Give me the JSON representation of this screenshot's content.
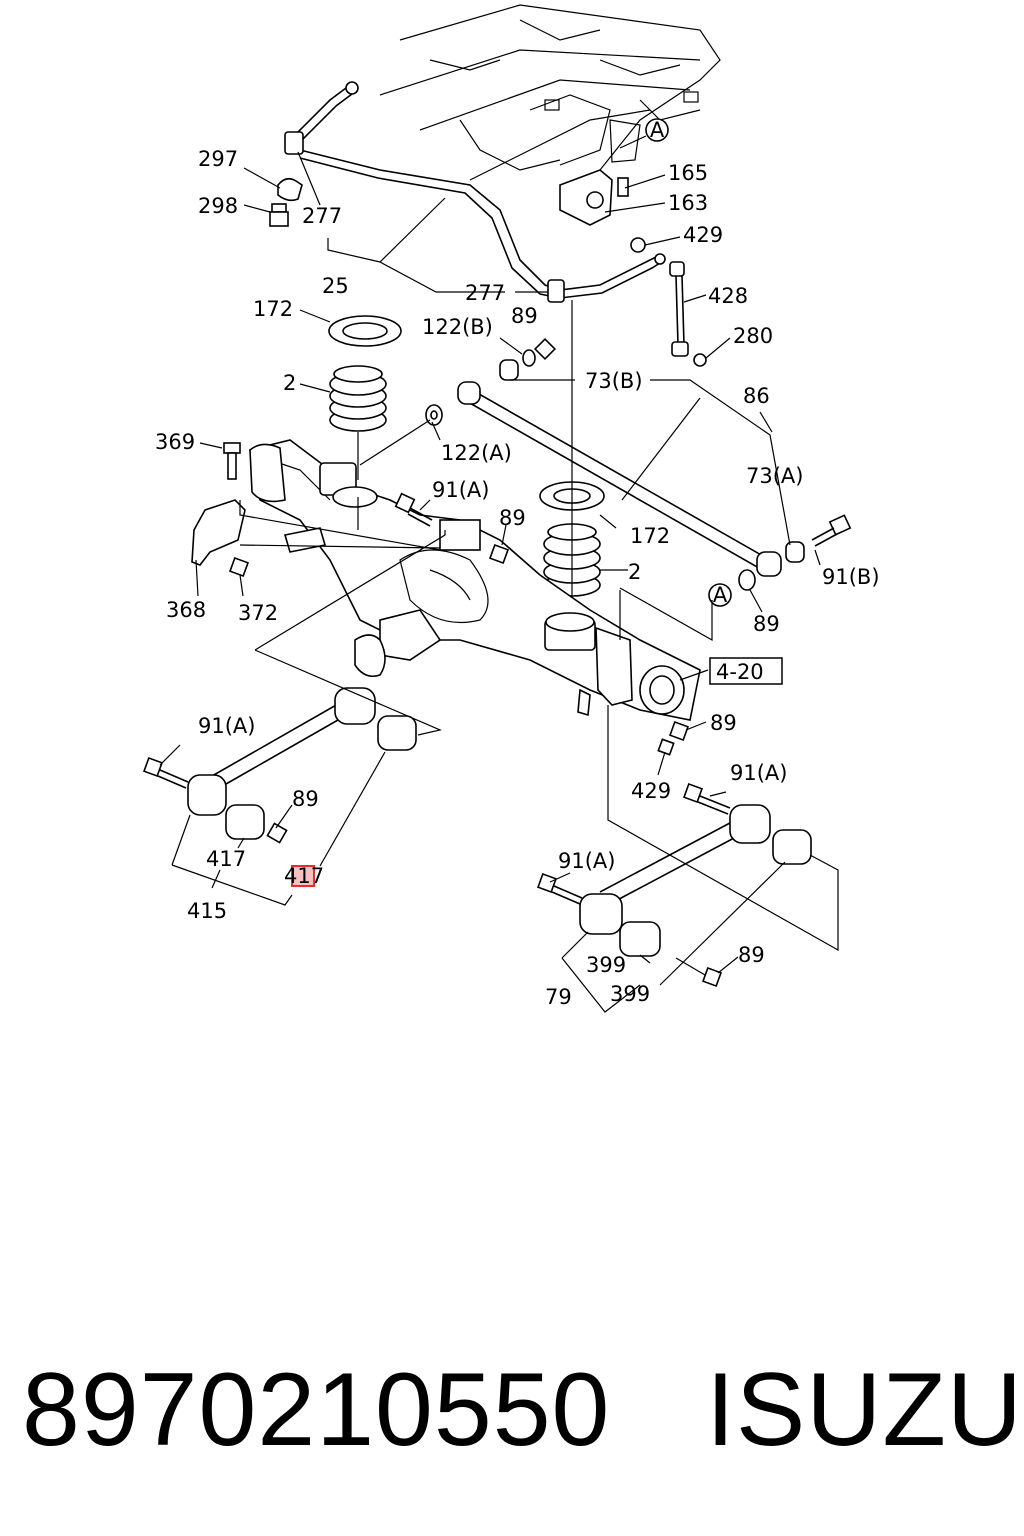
{
  "diagram": {
    "labels": {
      "l297": "297",
      "l298": "298",
      "l277a": "277",
      "l25": "25",
      "l277b": "277",
      "l165": "165",
      "l163": "163",
      "l429a": "429",
      "l428": "428",
      "l280": "280",
      "l172a": "172",
      "l122b": "122(B)",
      "l89a": "89",
      "l73b": "73(B)",
      "l86": "86",
      "l2a": "2",
      "l369": "369",
      "l122a": "122(A)",
      "l91a1": "91(A)",
      "l89b": "89",
      "l172b": "172",
      "l73a": "73(A)",
      "l91b": "91(B)",
      "l2b": "2",
      "l368": "368",
      "l372": "372",
      "l89c": "89",
      "l420": "4-20",
      "l89d": "89",
      "l429b": "429",
      "l91a2": "91(A)",
      "l89e": "89",
      "l91a3": "91(A)",
      "l417a": "417",
      "l417b": "417",
      "l415": "415",
      "l91a4": "91(A)",
      "l399a": "399",
      "l89f": "89",
      "l79": "79",
      "l399b": "399",
      "refA1": "A",
      "refA2": "A"
    }
  },
  "footer": {
    "part_number": "8970210550",
    "brand": "ISUZU"
  },
  "colors": {
    "line": "#000000",
    "highlight_box": "#e03030",
    "highlight_fill": "#f6c0c0"
  }
}
